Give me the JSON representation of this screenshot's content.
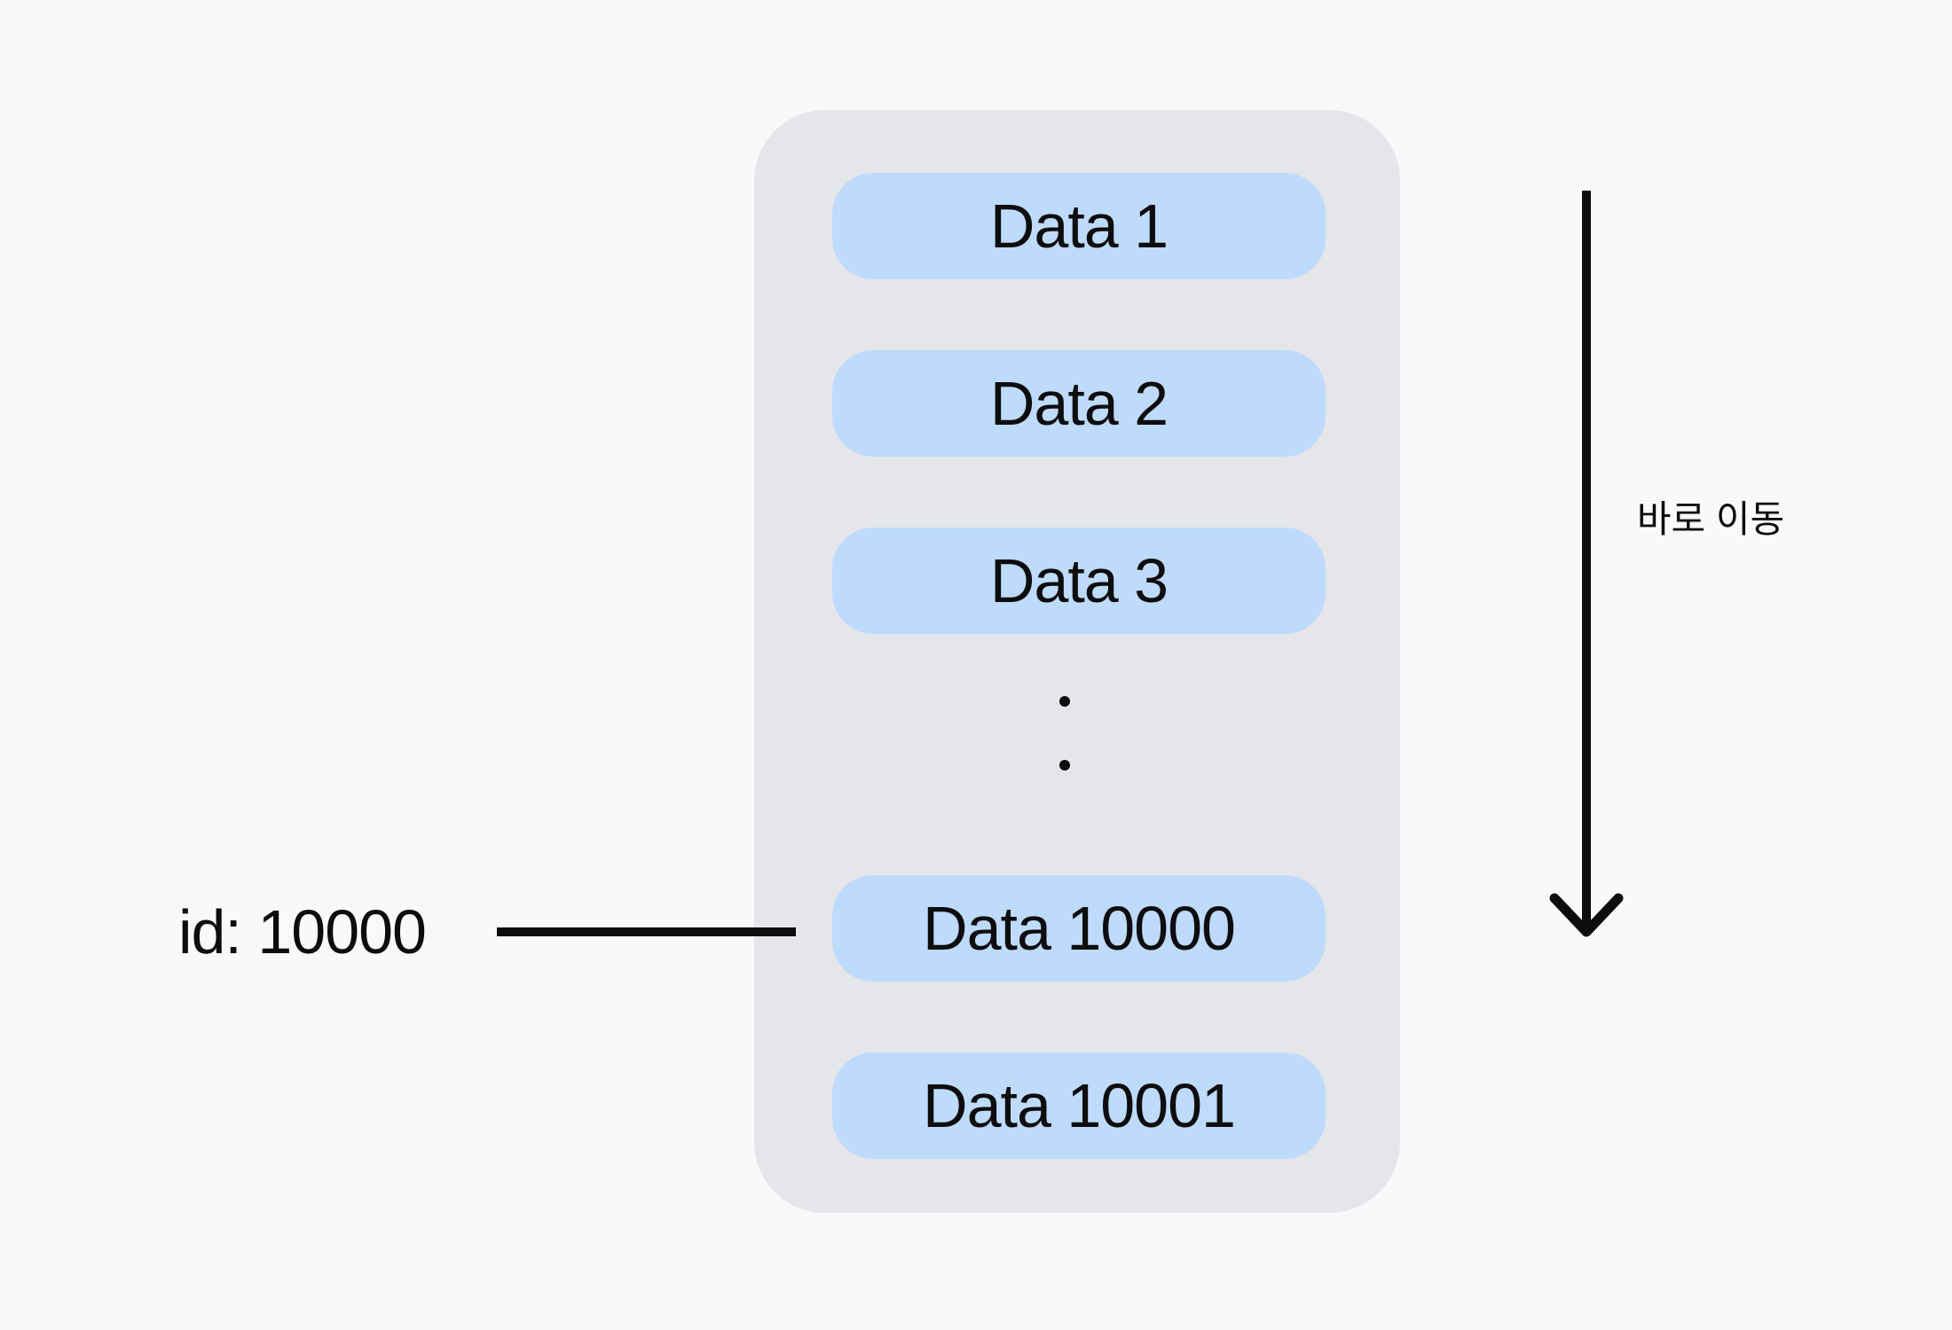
{
  "diagram": {
    "list": {
      "items": [
        {
          "label": "Data 1"
        },
        {
          "label": "Data 2"
        },
        {
          "label": "Data 3"
        },
        {
          "label": "Data 10000"
        },
        {
          "label": "Data 10001"
        }
      ],
      "ellipsis_between": "vertical-dots"
    },
    "pointer": {
      "label": "id: 10000"
    },
    "arrow": {
      "label": "바로 이동",
      "direction": "down"
    },
    "colors": {
      "background": "#F8F9FB",
      "container_fill": "#E5E6E9",
      "item_fill": "#BEDAFC",
      "ink": "#0D0D0D"
    }
  }
}
